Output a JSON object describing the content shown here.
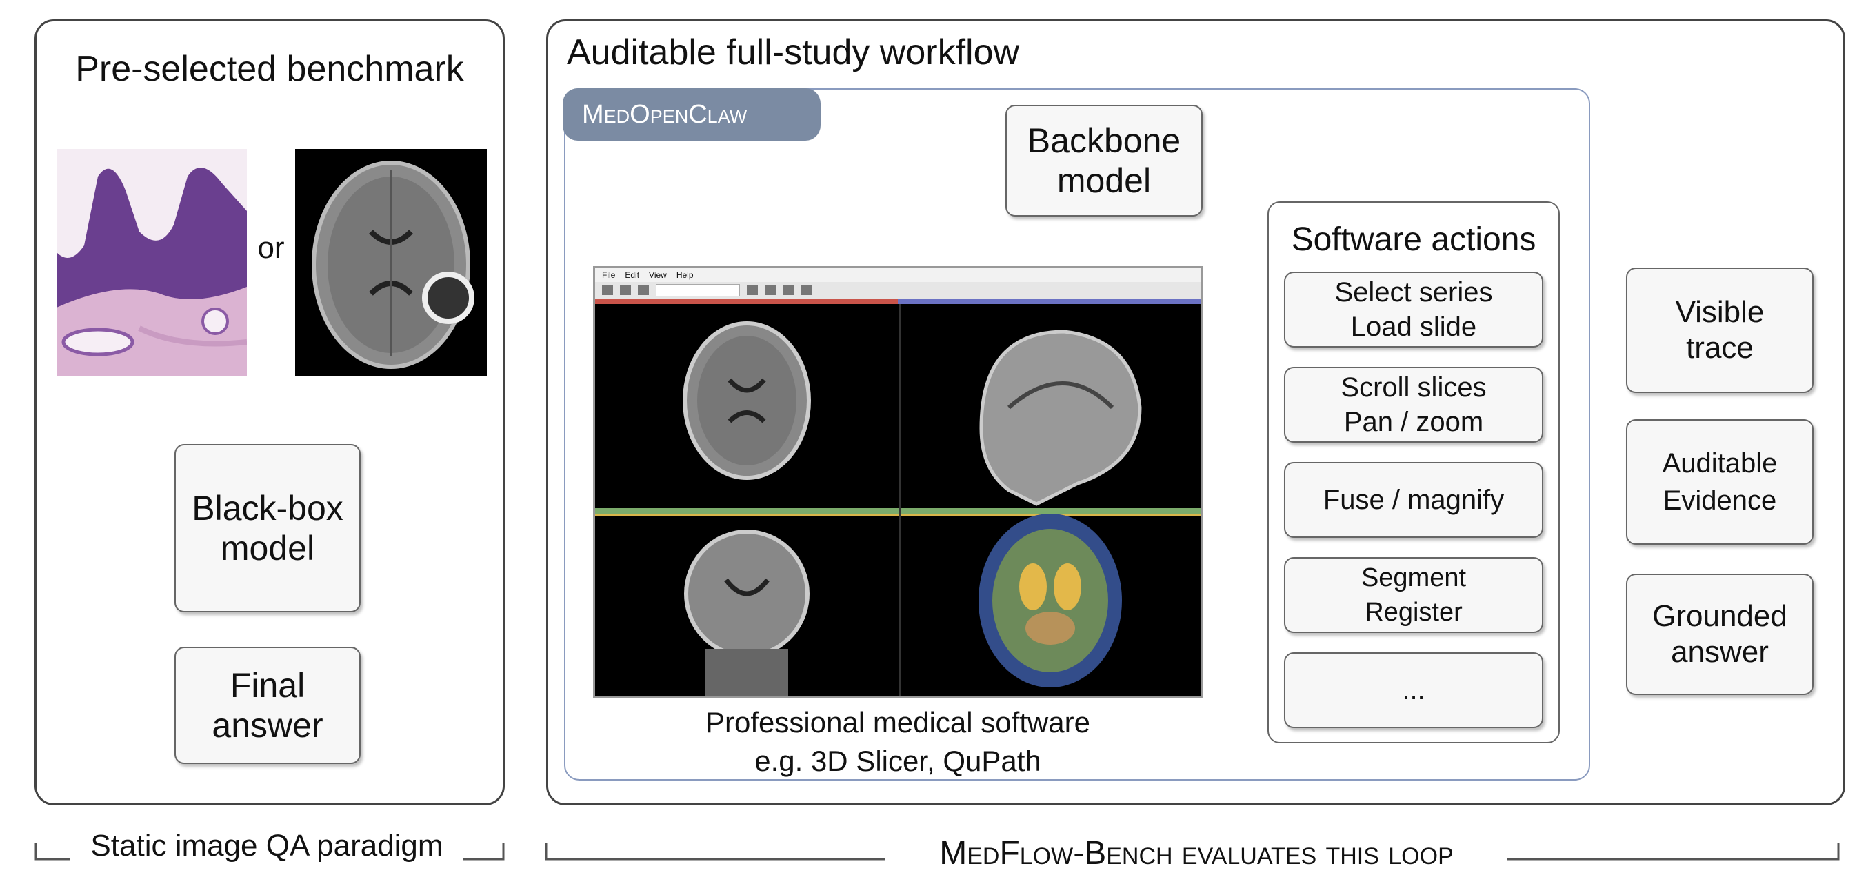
{
  "left_panel": {
    "title": "Pre-selected benchmark",
    "or_text": "or",
    "model_box": "Black-box\nmodel",
    "answer_box": "Final\nanswer",
    "caption": "Static image QA paradigm"
  },
  "right_panel": {
    "title": "Auditable full-study workflow",
    "system_label": "MedOpenClaw",
    "backbone_box": "Backbone\nmodel",
    "actions_title": "Software actions",
    "actions": [
      "Select series\nLoad slide",
      "Scroll slices\nPan / zoom",
      "Fuse / magnify",
      "Segment\nRegister",
      "..."
    ],
    "outputs": [
      "Visible\ntrace",
      "Auditable\nEvidence",
      "Grounded\nanswer"
    ],
    "software_caption": "Professional medical software\ne.g. 3D Slicer, QuPath",
    "software_menu": [
      "File",
      "Edit",
      "View",
      "Help"
    ],
    "caption": "MedFlow-Bench evaluates this loop"
  },
  "colors": {
    "panel_border": "#444444",
    "box_fill": "#f7f7f7",
    "inner_border": "#8a9bbf",
    "label_fill": "#7b8ba3",
    "arrow": "#555555"
  }
}
